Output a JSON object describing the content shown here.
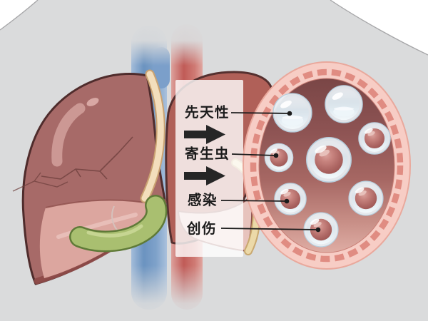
{
  "illustration": {
    "subject": "liver cyst causes diagram",
    "labels": [
      {
        "id": "congenital",
        "text": "先天性"
      },
      {
        "id": "parasite",
        "text": "寄生虫"
      },
      {
        "id": "infection",
        "text": "感染"
      },
      {
        "id": "trauma",
        "text": "创伤"
      }
    ],
    "magnified_view": {
      "cysts": [
        {
          "type": "fluid",
          "labeled_by": "congenital"
        },
        {
          "type": "fluid",
          "labeled_by": null
        },
        {
          "type": "solid-core",
          "labeled_by": null
        },
        {
          "type": "solid-core",
          "labeled_by": "parasite"
        },
        {
          "type": "solid-core",
          "labeled_by": null
        },
        {
          "type": "solid-core",
          "labeled_by": "infection"
        },
        {
          "type": "solid-core",
          "labeled_by": null
        },
        {
          "type": "solid-core",
          "labeled_by": "trauma"
        }
      ]
    }
  },
  "colors": {
    "background": "#ffffff",
    "body_silhouette": "#dadbdc",
    "silhouette_line": "#a6a6a8",
    "liver": "#a76a68",
    "liver_outline": "#4f2c2c",
    "liver_cut_surface": "#dca69f",
    "left_lobe": "#b06058",
    "left_lobe_cut": "#e7c3bd",
    "ligament_outer": "#caa271",
    "ligament": "#f3debc",
    "gallbladder": "#a9bf70",
    "gallbladder_outline": "#5f7a38",
    "vein_mid": "#6b93c0",
    "artery_mid": "#c05b57",
    "stalk": "#ecd9a8",
    "stalk_outline": "#c9a86f",
    "capsule_wall": "#f7cdc5",
    "capsule_wall_edge": "#e9a89c",
    "capsule_dashes": "#e08c82",
    "panel": "rgba(255,255,255,0.8)",
    "line_color": "#1c1c1c",
    "arrow_color": "#262626"
  }
}
